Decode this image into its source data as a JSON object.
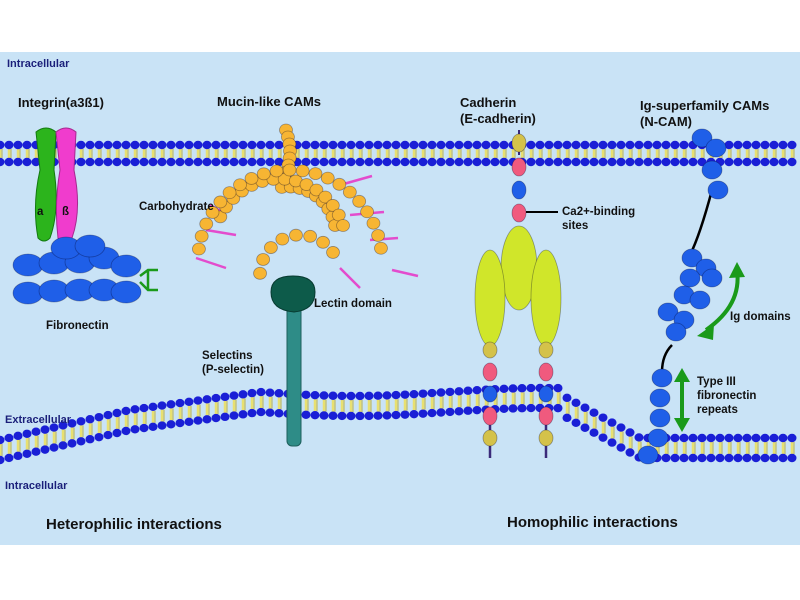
{
  "colors": {
    "background": "#c9e3f6",
    "lipid_head": "#1a1fd6",
    "lipid_tail": "#e8e070",
    "integrin_alpha": "#2cb41c",
    "integrin_beta": "#f03ccd",
    "fibronectin_beads": "#1f5fe8",
    "mucin_beads": "#f7b533",
    "carbohydrate_spikes": "#e34ccd",
    "lectin_domain": "#0d5b4a",
    "selectin_stalk": "#2e8c87",
    "cadherin_domains": "#d0e62a",
    "ca_binding_site": "#f05a7e",
    "ig_domains": "#1f5fe8",
    "arrows": "#1a9a1a"
  },
  "icons": [
    "integrin-receptor",
    "fibronectin",
    "mucin-like-cam",
    "selectin",
    "cadherin",
    "ncam"
  ],
  "labels": {
    "intracellular_top": "Intracellular",
    "extracellular": "Extracellular",
    "intracellular_bottom": "Intracellular",
    "integrin": "Integrin(a3ß1)",
    "alpha": "a",
    "beta": "ß",
    "fibronectin": "Fibronectin",
    "mucin": "Mucin-like CAMs",
    "carbohydrate": "Carbohydrate",
    "lectin": "Lectin domain",
    "selectins": "Selectins\n(P-selectin)",
    "cadherin": "Cadherin\n(E-cadherin)",
    "ca_binding": "Ca2+-binding\nsites",
    "ig_superfamily": "Ig-superfamily CAMs\n(N-CAM)",
    "ig_domains": "Ig domains",
    "type3": "Type III\nfibronectin\nrepeats",
    "heterophilic": "Heterophilic interactions",
    "homophilic": "Homophilic interactions"
  }
}
